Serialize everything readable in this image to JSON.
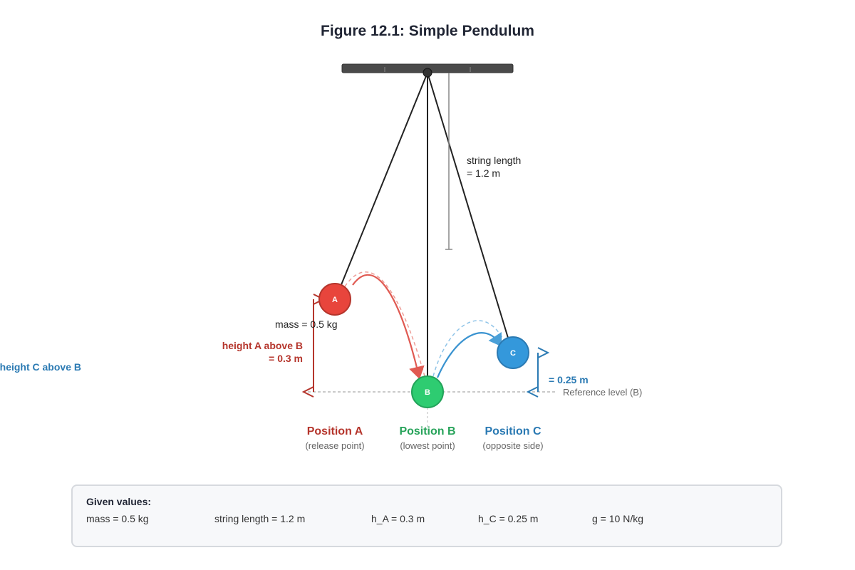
{
  "figure": {
    "title": "Figure 12.1: Simple Pendulum",
    "string_length_label_line1": "string length",
    "string_length_label_line2": "= 1.2 m",
    "mass_label": "mass = 0.5 kg",
    "height_a_line1": "height A above B",
    "height_a_line2": "= 0.3 m",
    "height_c_line1": "height C above B",
    "height_c_line2": "= 0.25 m",
    "reference_label": "Reference level (B)",
    "bobs": {
      "a": "A",
      "b": "B",
      "c": "C"
    },
    "positions": [
      {
        "name": "Position A",
        "note": "(release point)"
      },
      {
        "name": "Position B",
        "note": "(lowest point)"
      },
      {
        "name": "Position C",
        "note": "(opposite side)"
      }
    ],
    "colors": {
      "a": "#e8453c",
      "b": "#2ecc71",
      "c": "#3498db",
      "support": "#4a4a4a"
    }
  },
  "given": {
    "title": "Given values:",
    "values": [
      "mass = 0.5 kg",
      "string length = 1.2 m",
      "h_A = 0.3 m",
      "h_C = 0.25 m",
      "g = 10 N/kg"
    ]
  }
}
